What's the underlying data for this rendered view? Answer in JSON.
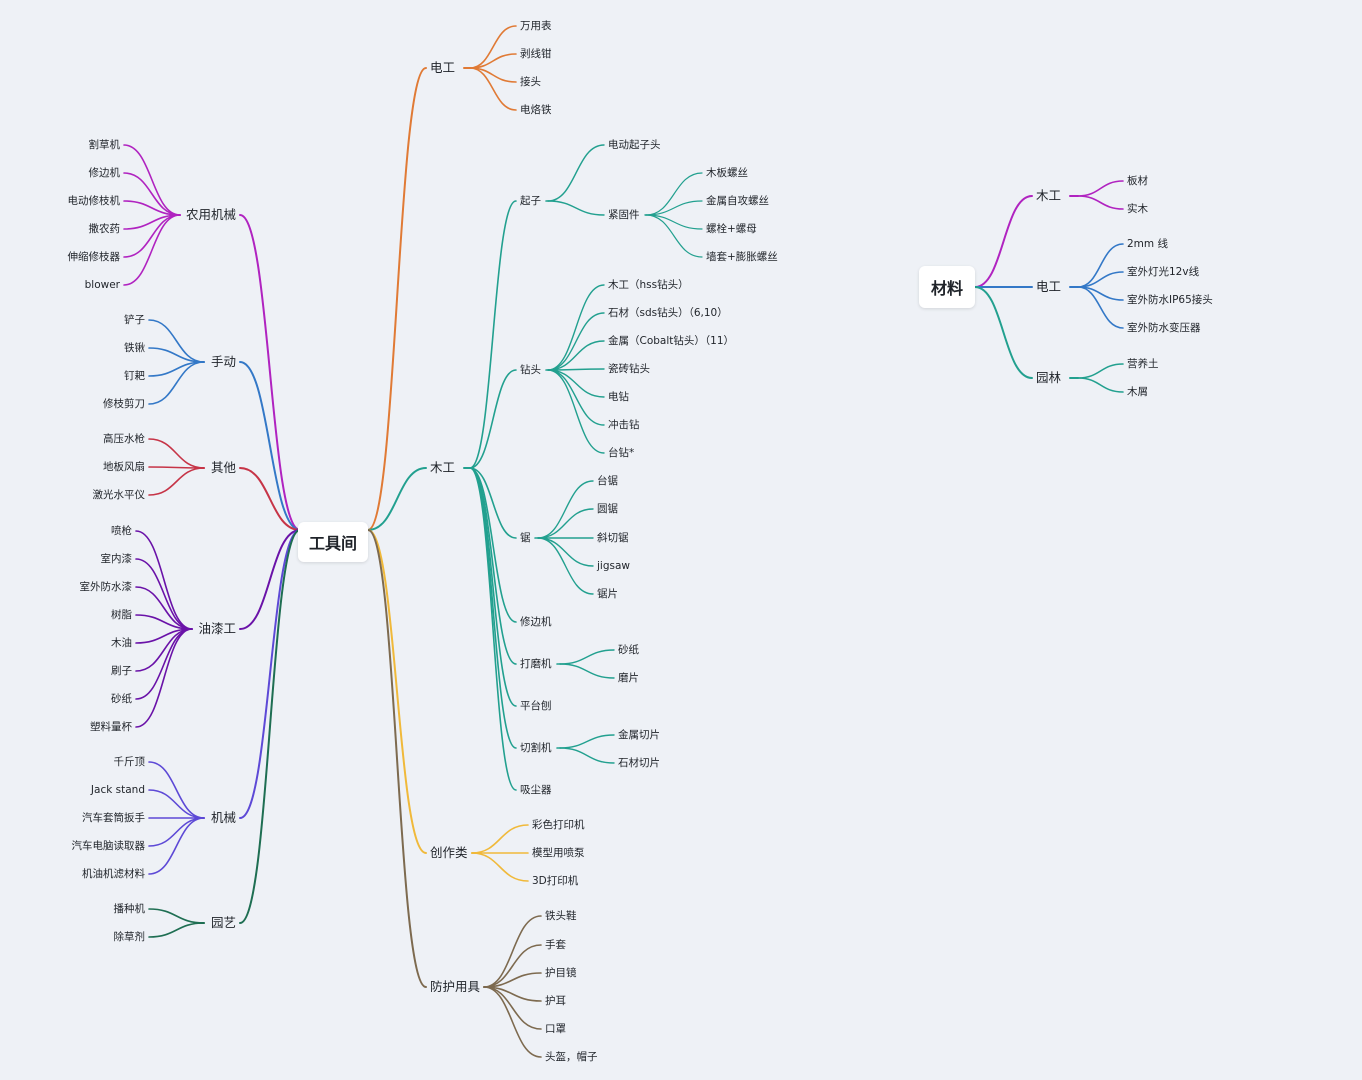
{
  "colors": {
    "background": "#eef1f6",
    "electric": "#e07a35",
    "woodwork": "#22a08f",
    "creative": "#f0b93a",
    "protect": "#7d6a4f",
    "farm": "#b023c0",
    "manual": "#3378c7",
    "other": "#c63447",
    "paint": "#6a12a8",
    "mech": "#5d49d6",
    "garden": "#1e6e52",
    "mat_wood": "#b023c0",
    "mat_electric": "#3378c7",
    "mat_garden": "#22a08f"
  },
  "maps": [
    {
      "root": "工具间",
      "children": [
        {
          "label": "电工",
          "color": "electric",
          "children": [
            {
              "label": "万用表"
            },
            {
              "label": "剥线钳"
            },
            {
              "label": "接头"
            },
            {
              "label": "电烙铁"
            }
          ]
        },
        {
          "label": "木工",
          "color": "woodwork",
          "children": [
            {
              "label": "起子",
              "children": [
                {
                  "label": "电动起子头"
                },
                {
                  "label": "紧固件",
                  "children": [
                    {
                      "label": "木板螺丝"
                    },
                    {
                      "label": "金属自攻螺丝"
                    },
                    {
                      "label": "螺栓+螺母"
                    },
                    {
                      "label": "墙套+膨胀螺丝"
                    }
                  ]
                }
              ]
            },
            {
              "label": "钻头",
              "children": [
                {
                  "label": "木工（hss钻头）"
                },
                {
                  "label": "石材（sds钻头）（6,10）"
                },
                {
                  "label": "金属（Cobalt钻头）（11）"
                },
                {
                  "label": "瓷砖钻头"
                },
                {
                  "label": "电钻"
                },
                {
                  "label": "冲击钻"
                },
                {
                  "label": "台钻*"
                }
              ]
            },
            {
              "label": "锯",
              "children": [
                {
                  "label": "台锯"
                },
                {
                  "label": "圆锯"
                },
                {
                  "label": "斜切锯"
                },
                {
                  "label": "jigsaw"
                },
                {
                  "label": "锯片"
                }
              ]
            },
            {
              "label": "修边机"
            },
            {
              "label": "打磨机",
              "children": [
                {
                  "label": "砂纸"
                },
                {
                  "label": "磨片"
                }
              ]
            },
            {
              "label": "平台刨"
            },
            {
              "label": "切割机",
              "children": [
                {
                  "label": "金属切片"
                },
                {
                  "label": "石材切片"
                }
              ]
            },
            {
              "label": "吸尘器"
            }
          ]
        },
        {
          "label": "创作类",
          "color": "creative",
          "children": [
            {
              "label": "彩色打印机"
            },
            {
              "label": "模型用喷泵"
            },
            {
              "label": "3D打印机"
            }
          ]
        },
        {
          "label": "防护用具",
          "color": "protect",
          "children": [
            {
              "label": "铁头鞋"
            },
            {
              "label": "手套"
            },
            {
              "label": "护目镜"
            },
            {
              "label": "护耳"
            },
            {
              "label": "口罩"
            },
            {
              "label": "头盔，帽子"
            }
          ]
        },
        {
          "label": "农用机械",
          "color": "farm",
          "children": [
            {
              "label": "割草机"
            },
            {
              "label": "修边机"
            },
            {
              "label": "电动修枝机"
            },
            {
              "label": "撒农药"
            },
            {
              "label": "伸缩修枝器"
            },
            {
              "label": "blower"
            }
          ]
        },
        {
          "label": "手动",
          "color": "manual",
          "children": [
            {
              "label": "铲子"
            },
            {
              "label": "铁锹"
            },
            {
              "label": "钉耙"
            },
            {
              "label": "修枝剪刀"
            }
          ]
        },
        {
          "label": "其他",
          "color": "other",
          "children": [
            {
              "label": "高压水枪"
            },
            {
              "label": "地板风扇"
            },
            {
              "label": "激光水平仪"
            }
          ]
        },
        {
          "label": "油漆工",
          "color": "paint",
          "children": [
            {
              "label": "喷枪"
            },
            {
              "label": "室内漆"
            },
            {
              "label": "室外防水漆"
            },
            {
              "label": "树脂"
            },
            {
              "label": "木油"
            },
            {
              "label": "刷子"
            },
            {
              "label": "砂纸"
            },
            {
              "label": "塑料量杯"
            }
          ]
        },
        {
          "label": "机械",
          "color": "mech",
          "children": [
            {
              "label": "千斤顶"
            },
            {
              "label": "Jack stand"
            },
            {
              "label": "汽车套筒扳手"
            },
            {
              "label": "汽车电脑读取器"
            },
            {
              "label": "机油机滤材料"
            }
          ]
        },
        {
          "label": "园艺",
          "color": "garden",
          "children": [
            {
              "label": "播种机"
            },
            {
              "label": "除草剂"
            }
          ]
        }
      ]
    },
    {
      "root": "材料",
      "children": [
        {
          "label": "木工",
          "color": "mat_wood",
          "children": [
            {
              "label": "板材"
            },
            {
              "label": "实木"
            }
          ]
        },
        {
          "label": "电工",
          "color": "mat_electric",
          "children": [
            {
              "label": "2mm 线"
            },
            {
              "label": "室外灯光12v线"
            },
            {
              "label": "室外防水IP65接头"
            },
            {
              "label": "室外防水变压器"
            }
          ]
        },
        {
          "label": "园林",
          "color": "mat_garden",
          "children": [
            {
              "label": "营养土"
            },
            {
              "label": "木屑"
            }
          ]
        }
      ]
    }
  ]
}
